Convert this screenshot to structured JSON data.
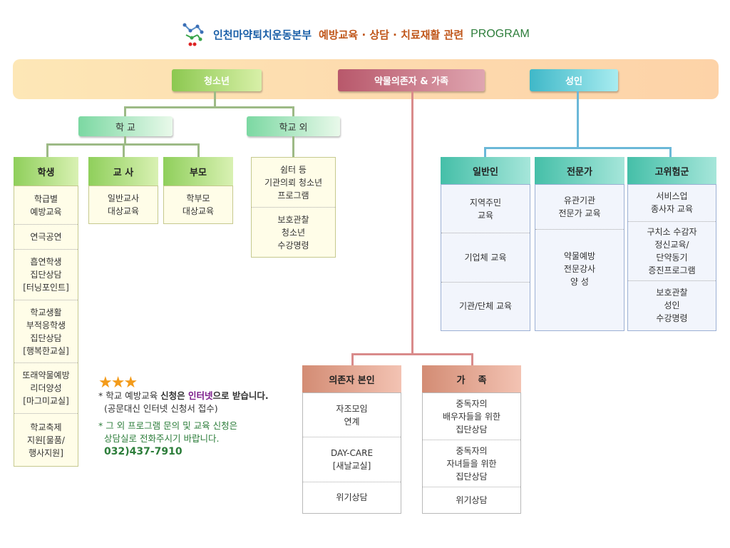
{
  "header": {
    "org": "인천마약퇴치운동본부",
    "subtitle": "예방교육 · 상담 · 치료재활 관련",
    "program": "PROGRAM"
  },
  "categories": {
    "youth": "청소년",
    "addict_family": "약물의존자 & 가족",
    "adult": "성인"
  },
  "youth": {
    "school": "학   교",
    "outside": "학교 외",
    "student": {
      "title": "학생",
      "items": [
        "학급별\n예방교육",
        "연극공연",
        "흡연학생\n집단상담\n[터닝포인트]",
        "학교생활\n부적응학생\n집단상담\n[행복한교실]",
        "또래약물예방\n리더양성\n[마그미교실]",
        "학교축제\n지원[물품/\n행사지원]"
      ]
    },
    "teacher": {
      "title": "교 사",
      "items": [
        "일반교사\n대상교육"
      ]
    },
    "parent": {
      "title": "부모",
      "items": [
        "학부모\n대상교육"
      ]
    },
    "outside_items": [
      "쉼터 등\n기관의뢰 청소년\n프로그램",
      "보호관찰\n청소년\n수강명령"
    ]
  },
  "addict": {
    "self": {
      "title": "의존자 본인",
      "items": [
        "자조모임\n연계",
        "DAY-CARE\n[새날교실]",
        "위기상담"
      ]
    },
    "family": {
      "title": "가    족",
      "items": [
        "중독자의\n배우자들을 위한\n집단상담",
        "중독자의\n자녀들을 위한\n집단상담",
        "위기상담"
      ]
    }
  },
  "adult": {
    "general": {
      "title": "일반인",
      "items": [
        "지역주민\n교육",
        "기업체 교육",
        "기관/단체 교육"
      ]
    },
    "expert": {
      "title": "전문가",
      "items": [
        "유관기관\n전문가 교육",
        "약물예방\n전문강사\n양 성"
      ]
    },
    "risk": {
      "title": "고위험군",
      "items": [
        "서비스업\n종사자 교육",
        "구치소 수감자\n정신교육/\n단약동기\n증진프로그램",
        "보호관찰\n성인\n수강명령"
      ]
    }
  },
  "notes": {
    "stars": "★★★",
    "line1a": "* 학교 예방교육 ",
    "line1b": "신청은 ",
    "line1c": "인터넷",
    "line1d": "으로 받습니다.",
    "line2": "(공문대신 인터넷 신청서 접수)",
    "line3": "* 그 외 프로그램 문의 및 교육 신청은",
    "line4": "상담실로 전화주시기 바랍니다.",
    "phone": "032)437-7910"
  }
}
